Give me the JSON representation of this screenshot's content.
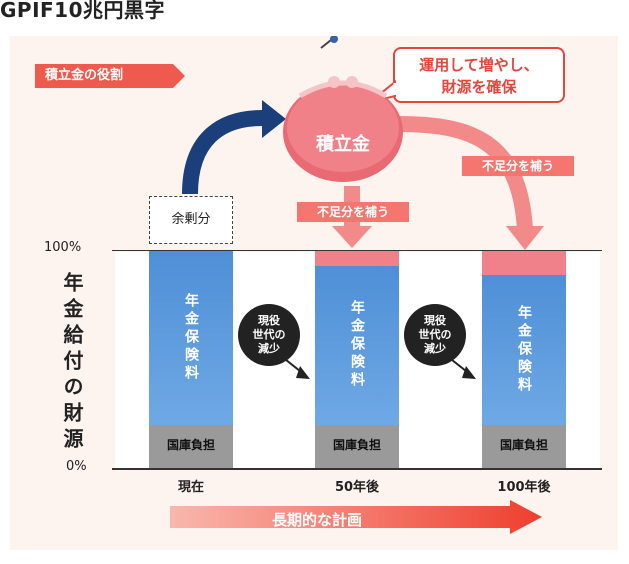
{
  "header": {
    "text": "GPIF10兆円黒字"
  },
  "tag": {
    "label": "積立金の役割"
  },
  "bubble": {
    "line1": "運用して増やし、",
    "line2": "財源を確保"
  },
  "purse": {
    "label": "積立金"
  },
  "surplus": {
    "label": "余剰分"
  },
  "shortfall": {
    "label": "不足分を補う"
  },
  "y_axis": {
    "title": "年金給付の財源",
    "top": "100%",
    "bottom": "0%"
  },
  "circle": {
    "line1": "現役",
    "line2": "世代の",
    "line3": "減少"
  },
  "timeline": {
    "label": "長期的な計画"
  },
  "chart_data": {
    "type": "bar",
    "stacked": true,
    "categories": [
      "現在",
      "50年後",
      "100年後"
    ],
    "ylim": [
      0,
      100
    ],
    "y_ticks": [
      "100%",
      "0%"
    ],
    "series": [
      {
        "name": "国庫負担",
        "values": [
          20,
          20,
          20
        ]
      },
      {
        "name": "年金保険料",
        "values": [
          80,
          73,
          69
        ]
      },
      {
        "name": "積立金",
        "values": [
          0,
          7,
          11
        ]
      }
    ],
    "colors": {
      "国庫負担": "#9a9a9a",
      "年金保険料": "#5b9ce0",
      "積立金": "#f0808a"
    }
  }
}
